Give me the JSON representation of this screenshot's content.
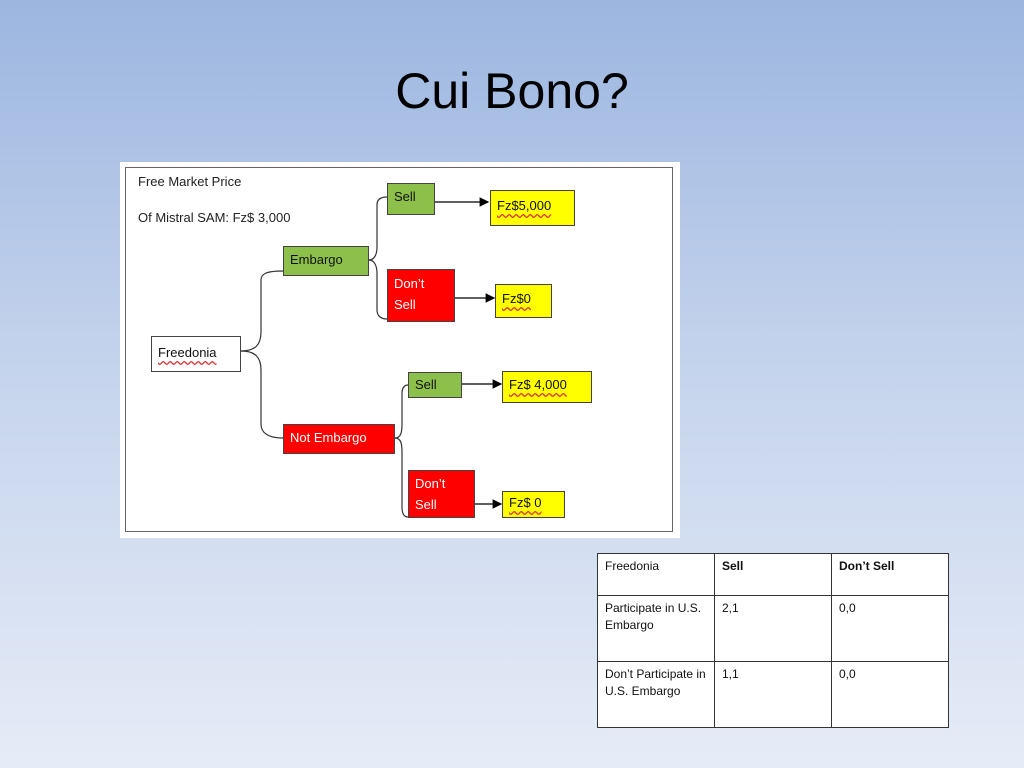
{
  "slide": {
    "title": "Cui Bono?"
  },
  "diagram": {
    "note_line1": "Free Market Price",
    "note_line2": "Of Mistral SAM: Fz$ 3,000",
    "root": "Freedonia",
    "embargo": "Embargo",
    "not_embargo": "Not Embargo",
    "emb_sell": "Sell",
    "emb_dont_sell": "Don’t Sell",
    "emb_sell_payoff": "Fz$5,000",
    "emb_dont_payoff": "Fz$0",
    "notemb_sell": "Sell",
    "notemb_dont_sell": "Don’t Sell",
    "notemb_sell_payoff": "Fz$ 4,000",
    "notemb_dont_payoff": "Fz$ 0",
    "colors": {
      "green": "#8cc04a",
      "red": "#ff0000",
      "yellow": "#ffff00"
    }
  },
  "table": {
    "headers": [
      "Freedonia",
      "Sell",
      "Don’t Sell"
    ],
    "rows": [
      [
        "Participate in U.S. Embargo",
        "2,1",
        "0,0"
      ],
      [
        "Don’t Participate in U.S. Embargo",
        "1,1",
        "0,0"
      ]
    ]
  }
}
